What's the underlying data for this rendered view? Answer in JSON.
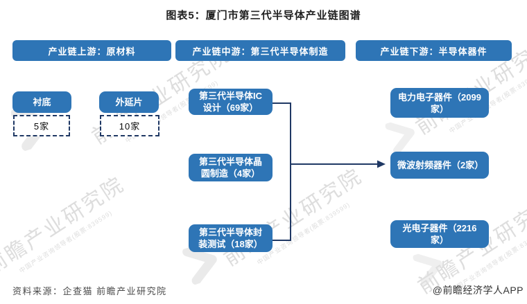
{
  "title": "图表5：厦门市第三代半导体产业链图谱",
  "headers": {
    "upstream": "产业链上游：原材料",
    "midstream": "产业链中游：第三代半导体制造",
    "downstream": "产业链下游：半导体器件"
  },
  "upstream": {
    "items": [
      {
        "label": "衬底",
        "count": "5家"
      },
      {
        "label": "外延片",
        "count": "10家"
      }
    ]
  },
  "midstream": {
    "boxes": [
      "第三代半导体IC设计（69家）",
      "第三代半导体晶圆制造（4家）",
      "第三代半导体封装测试（18家）"
    ]
  },
  "downstream": {
    "boxes": [
      "电力电子器件（2099家）",
      "微波射频器件（2家）",
      "光电子器件（2216家）"
    ]
  },
  "footer": {
    "source": "资料来源：企查猫 前瞻产业研究院",
    "attribution": "@前瞻经济学人APP"
  },
  "watermark": {
    "text": "前瞻产业研究院",
    "subtext": "中国产业咨询领导者(股票:839599)"
  },
  "colors": {
    "box_blue": "#2E75B6",
    "line_navy": "#1F3864",
    "title_black": "#1f1f1f",
    "source_gray": "#4a4a4a",
    "watermark_gray": "#c3c3c3"
  }
}
